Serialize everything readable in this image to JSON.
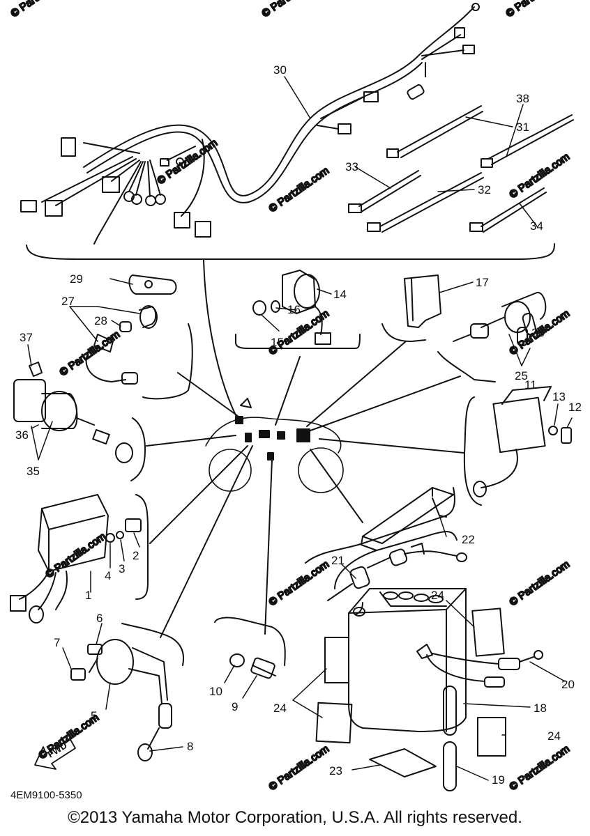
{
  "diagram": {
    "part_code": "4EM9100-5350",
    "direction_label": "FWD",
    "watermark": "© Partzilla.com",
    "callouts": [
      "1",
      "2",
      "3",
      "4",
      "5",
      "6",
      "7",
      "8",
      "9",
      "10",
      "11",
      "12",
      "13",
      "14",
      "15",
      "16",
      "17",
      "18",
      "19",
      "20",
      "21",
      "22",
      "23",
      "24",
      "25",
      "26",
      "27",
      "28",
      "29",
      "30",
      "31",
      "32",
      "33",
      "34",
      "35",
      "36",
      "37",
      "38"
    ]
  },
  "footer": {
    "copyright": "©2013 Yamaha Motor Corporation, U.S.A. All rights reserved."
  }
}
